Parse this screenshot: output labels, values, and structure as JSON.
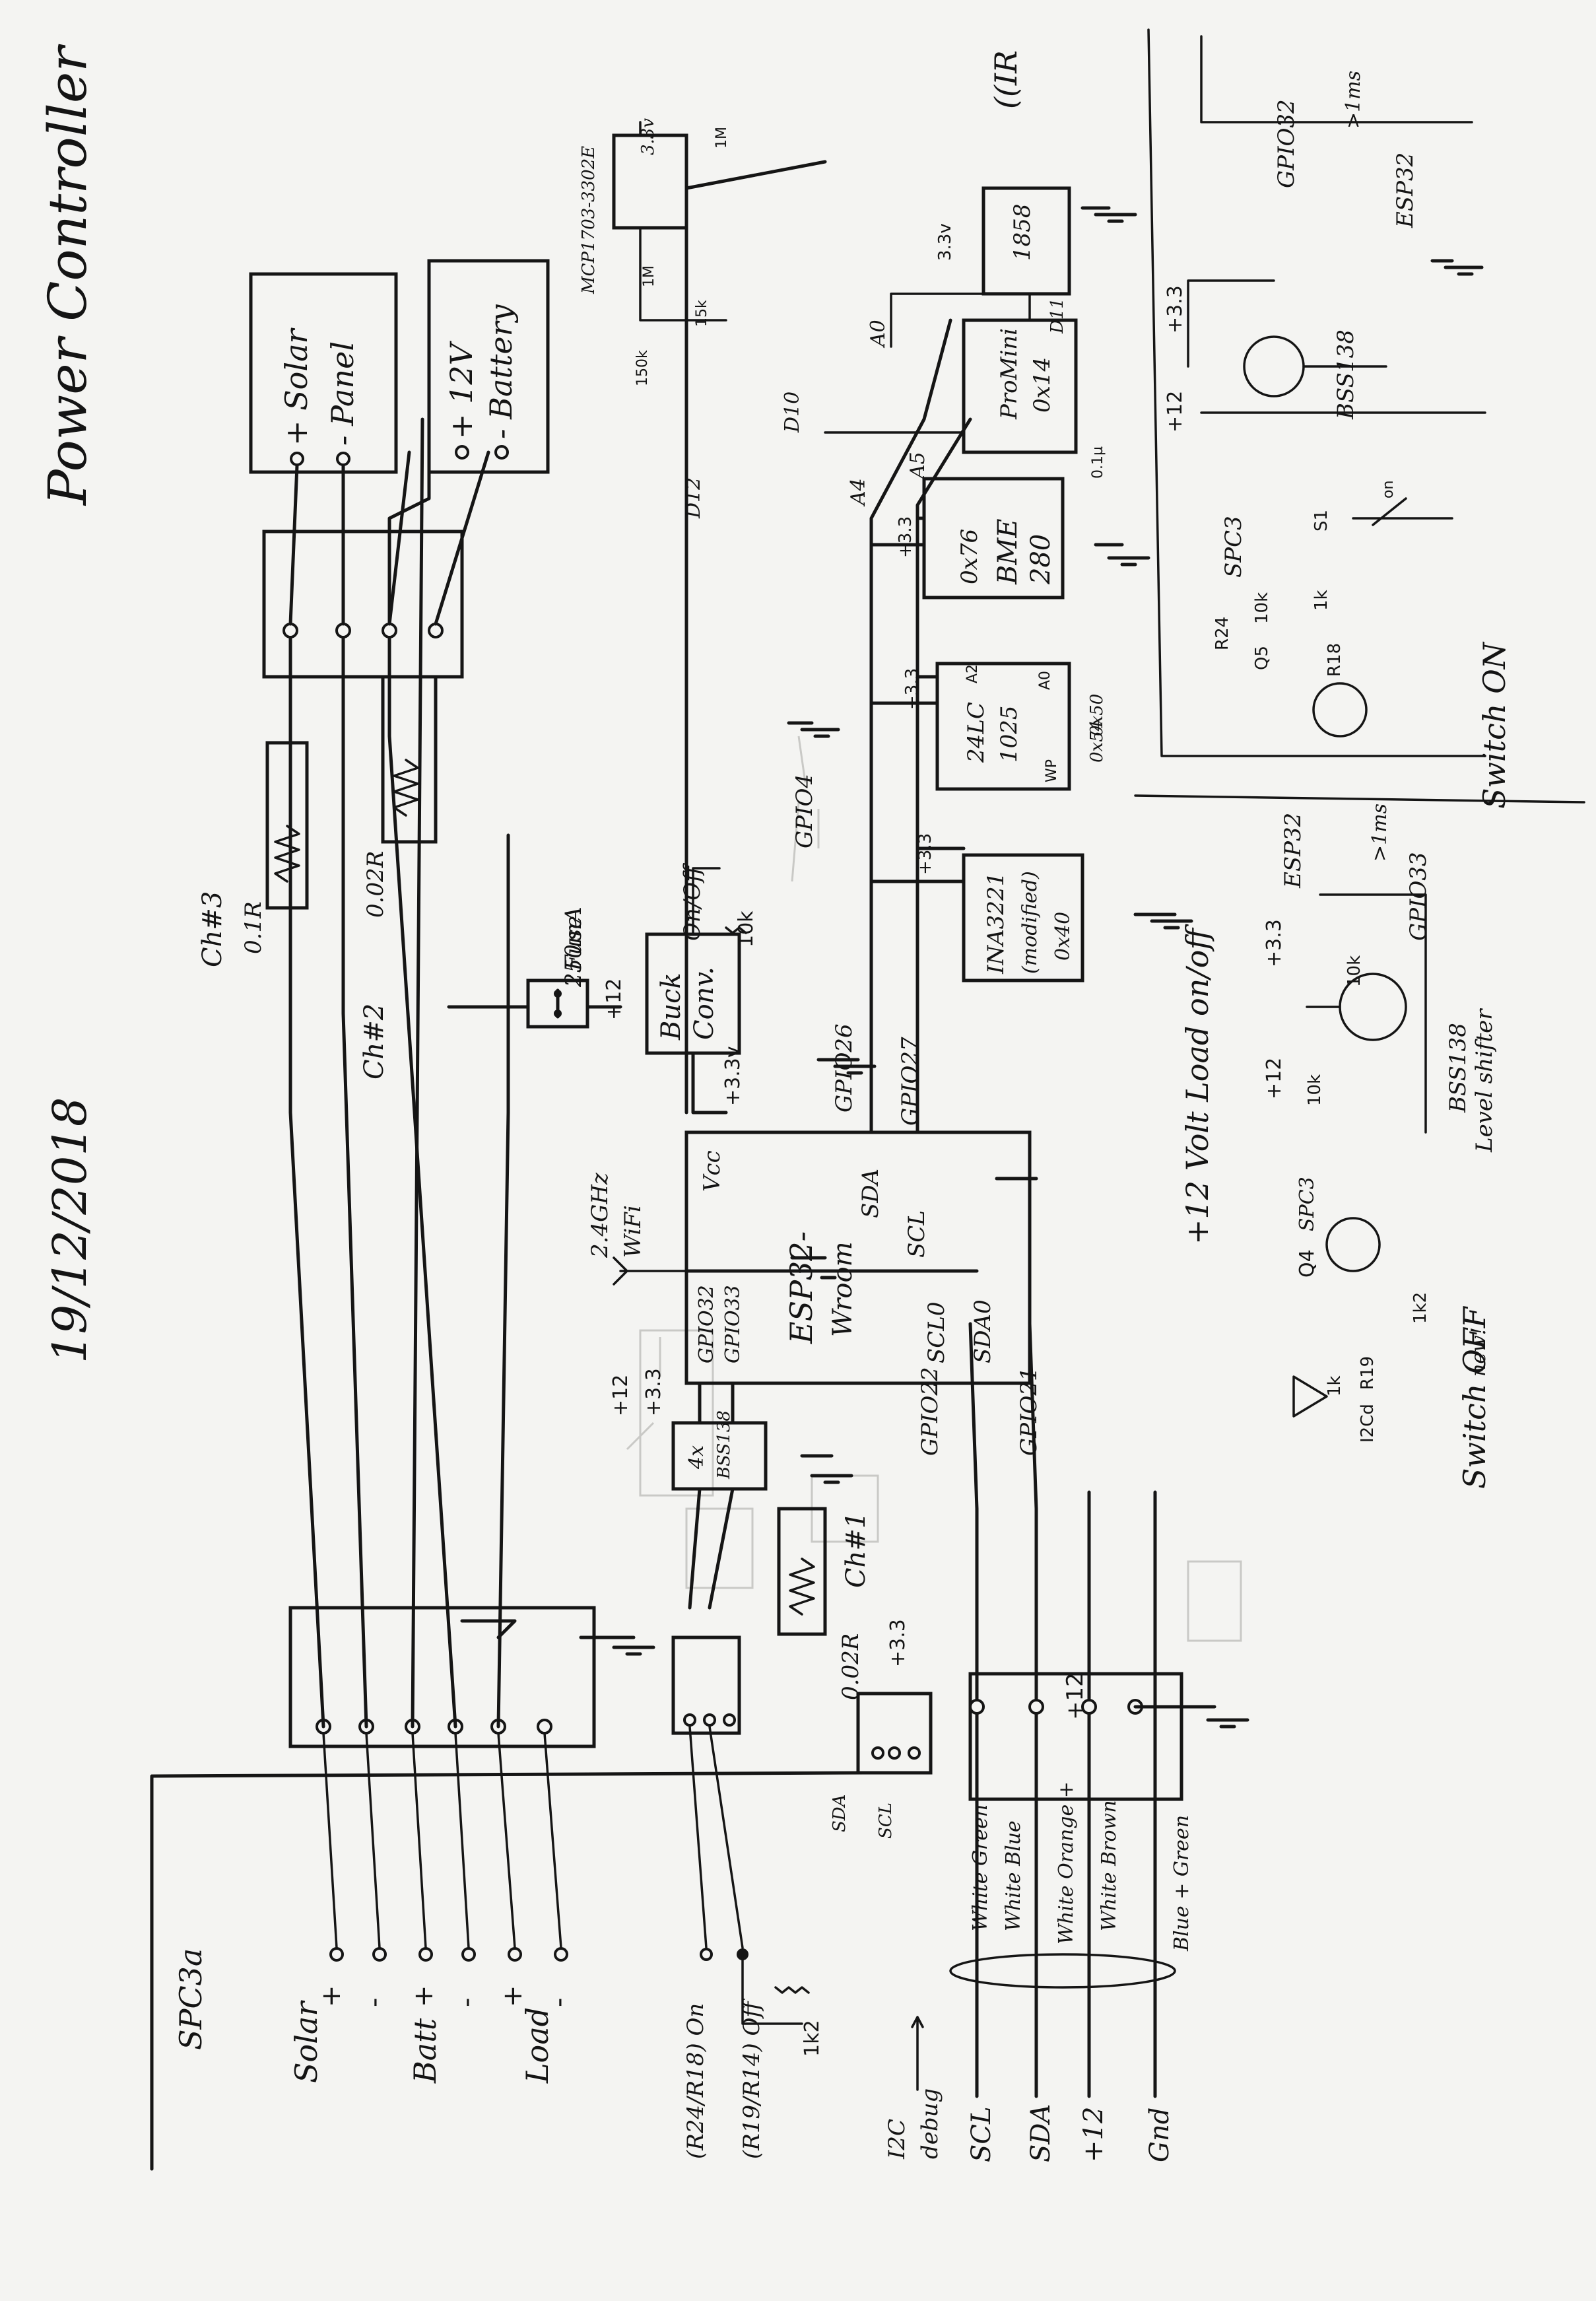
{
  "title": "Power Controller",
  "date": "19/12/2018",
  "spc3a": {
    "heading": "SPC3a",
    "rows": [
      {
        "name": "Solar",
        "signs": [
          "+",
          "-"
        ]
      },
      {
        "name": "Batt",
        "signs": [
          "+",
          "-"
        ]
      },
      {
        "name": "Load",
        "signs": [
          "+",
          "-"
        ]
      }
    ],
    "switch_on": "(R24/R18) On",
    "switch_off": "(R19/R14) Off",
    "r_1k2": "1k2",
    "i2c": [
      "I2C",
      "debug"
    ],
    "bus": [
      "SCL",
      "SDA",
      "+12",
      "Gnd"
    ],
    "wires": [
      "White Green",
      "White Blue",
      "White Orange +",
      "White Brown",
      "Blue + Green"
    ]
  },
  "solar_panel": [
    "+ Solar",
    "- Panel"
  ],
  "battery": [
    "+ 12V",
    "- Battery"
  ],
  "shunts": [
    {
      "ch": "Ch#3",
      "value": "0.1R"
    },
    {
      "ch": "Ch#2",
      "value": "0.02R"
    },
    {
      "ch": "Ch#1",
      "value": "0.02R"
    }
  ],
  "fuse": [
    "250mA",
    "Fuse"
  ],
  "buck": {
    "label": [
      "Buck",
      "Conv."
    ],
    "onoff": "On/Off",
    "r10k": "10k",
    "v12": "+12",
    "v33": "+3.3v"
  },
  "esp32": {
    "name": [
      "ESP32-",
      "Wroom"
    ],
    "vcc": "Vcc",
    "pins": [
      "SDA",
      "SCL",
      "SCL0",
      "SDA0",
      "GPIO32",
      "GPIO33"
    ],
    "wifi": [
      "2.4GHz",
      "WiFi"
    ],
    "gpio": [
      "GPIO26",
      "GPIO27",
      "GPIO4",
      "GPIO22",
      "GPIO21"
    ]
  },
  "level_shifter": {
    "label": [
      "4x",
      "BSS138"
    ],
    "v12": "+12",
    "v33": "+3.3"
  },
  "i2c_header": {
    "v33": "+3.3",
    "pins": [
      "SDA",
      "SCL"
    ]
  },
  "bus_v12": "+12",
  "modules": [
    {
      "name": [
        "MCP1703-3302E",
        "3.3v"
      ]
    },
    {
      "name": [
        "1858"
      ],
      "extra": "((IR"
    },
    {
      "name": [
        "ProMini",
        "0x14"
      ]
    },
    {
      "name": [
        "0x76",
        "BME",
        "280"
      ]
    },
    {
      "name": [
        "24LC",
        "1025"
      ],
      "extra": [
        "0x50",
        "0x54"
      ]
    },
    {
      "name": [
        "INA3221",
        "(modified)",
        "0x40"
      ]
    }
  ],
  "promini_pins": [
    "D11",
    "A0",
    "D10",
    "D12",
    "A4",
    "A5"
  ],
  "misc": [
    "1M",
    "150k",
    "15k",
    "1M",
    "0.1µ",
    "3.3v",
    "+3.3",
    "+3.3",
    "+3.3",
    "A2",
    "A0",
    "WP"
  ],
  "top_right": {
    "esp32": "ESP32",
    "gpio": "GPIO32",
    "pulse": ">1ms",
    "fet": "BSS138",
    "v33": "+3.3",
    "v12": "+12",
    "spc3": "SPC3",
    "r24": "R24",
    "r10k": "10k",
    "q5": "Q5",
    "r1k": "1k",
    "r18": "R18",
    "s1": "S1",
    "on": "on",
    "caption": "Switch ON"
  },
  "load_section": {
    "caption": "+12 Volt Load on/off",
    "esp32": "ESP32",
    "gpio": "GPIO33",
    "pulse": ">1ms",
    "v33": "+3.3",
    "r10k": "10k",
    "fet": [
      "BSS138",
      "Level shifter"
    ],
    "v12": "+12",
    "r10k2": "10k",
    "spc3": "SPC3",
    "q4": "Q4",
    "r1k2": "1k2",
    "new": "new!",
    "r1k": "1k",
    "r19": "R19",
    "led": "I2Cd",
    "caption2": "Switch OFF"
  }
}
